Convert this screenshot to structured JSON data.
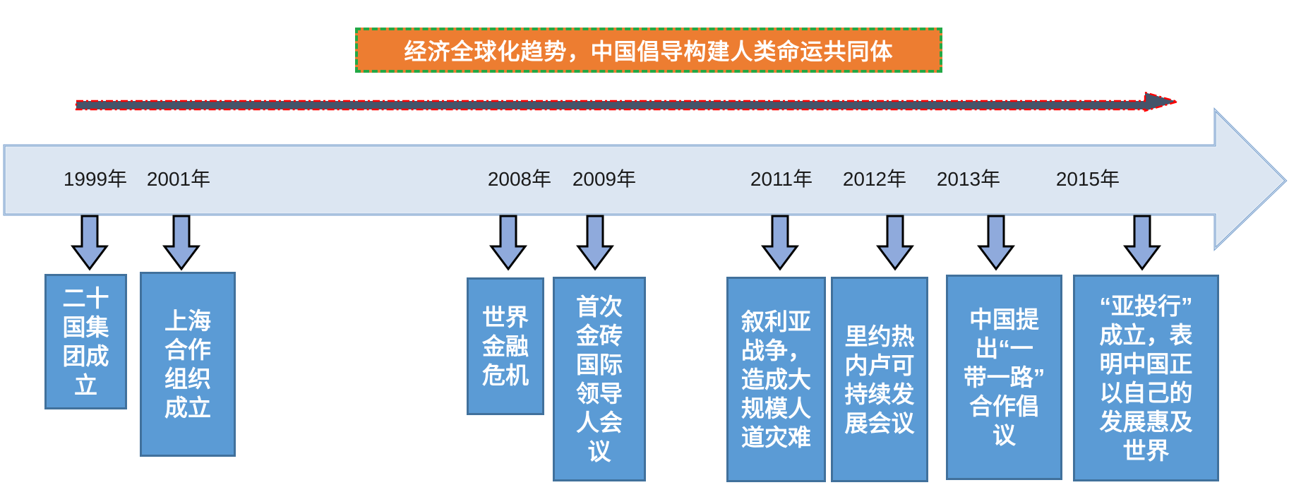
{
  "banner": {
    "label": "经济全球化趋势，中国倡导构建人类命运共同体"
  },
  "timeline": {
    "events": [
      {
        "year": "1999年",
        "detail": "二十\n国集\n团成\n立"
      },
      {
        "year": "2001年",
        "detail": "上海\n合作\n组织\n成立"
      },
      {
        "year": "2008年",
        "detail": "世界\n金融\n危机"
      },
      {
        "year": "2009年",
        "detail": "首次\n金砖\n国际\n领导\n人会\n议"
      },
      {
        "year": "2011年",
        "detail": "叙利亚\n战争，\n造成大\n规模人\n道灾难"
      },
      {
        "year": "2012年",
        "detail": "里约热\n内卢可\n持续发\n展会议"
      },
      {
        "year": "2013年",
        "detail": "中国提\n出“一\n带一路”\n合作倡\n议"
      },
      {
        "year": "2015年",
        "detail": "“亚投行”\n成立，表\n明中国正\n以自己的\n发展惠及\n世界"
      }
    ]
  },
  "colors": {
    "banner_fill": "#ED7D31",
    "banner_border": "#23A845",
    "banner_text": "#FFFFFF",
    "trend_fill": "#44546A",
    "trend_dash": "#FF0000",
    "band_fill": "#DCE6F2",
    "band_line": "#7DA3CF",
    "pointer_fill": "#8FAADC",
    "pointer_outline": "#000000",
    "box_fill": "#5B9BD5",
    "box_border": "#41719C",
    "box_text": "#FFFFFF",
    "year_text": "#1A1A1A"
  }
}
